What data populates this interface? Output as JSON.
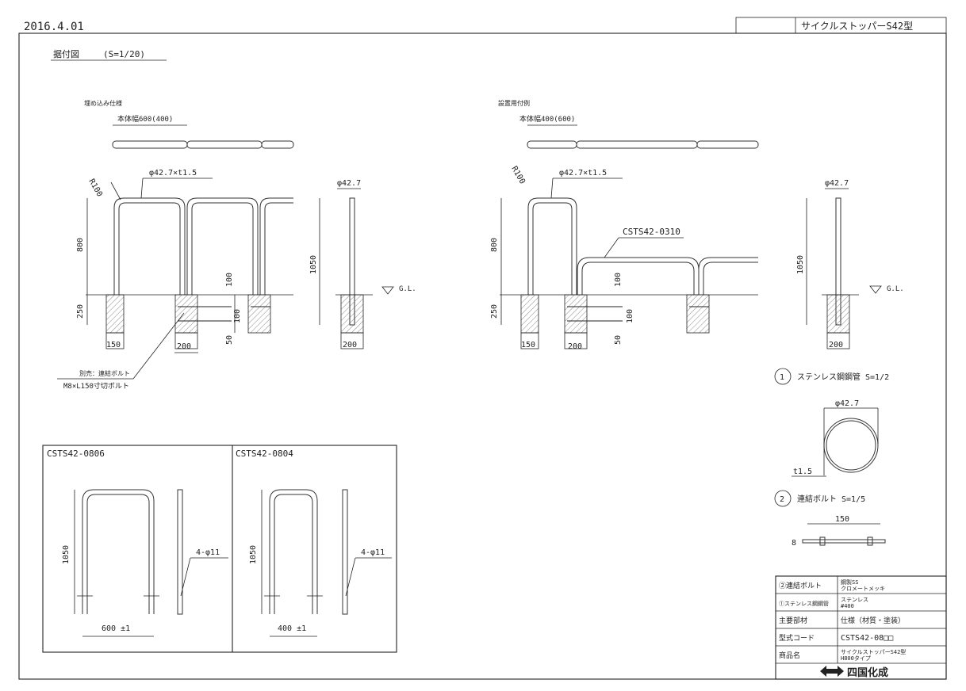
{
  "header": {
    "date": "2016.4.01",
    "title": "サイクルストッパーS42型"
  },
  "section": {
    "title": "据付図",
    "scale": "(S=1/20)"
  },
  "left": {
    "label": "埋め込み仕様",
    "width_label": "本体幅600(400)",
    "radius": "R100",
    "pipe_spec": "φ42.7×t1.5",
    "h800": "800",
    "h250": "250",
    "w150": "150",
    "w200": "200",
    "d100a": "100",
    "d100b": "100",
    "d50": "50",
    "bolt_note_1": "別売：連結ボルト",
    "bolt_note_2": "M8×L150寸切ボルト",
    "side_dia": "φ42.7",
    "side_h": "1050",
    "side_w": "200",
    "gl": "G.L."
  },
  "right": {
    "label": "設置用付例",
    "width_label": "本体幅400(600)",
    "radius": "R100",
    "pipe_spec": "φ42.7×t1.5",
    "code": "CSTS42-0310",
    "h800": "800",
    "h250": "250",
    "w150": "150",
    "w200": "200",
    "d100a": "100",
    "d100b": "100",
    "d50": "50",
    "side_dia": "φ42.7",
    "side_h": "1050",
    "side_w": "200",
    "gl": "G.L."
  },
  "box1": {
    "code": "CSTS42-0806",
    "height": "1050",
    "holes": "4-φ11",
    "width": "600 ±1"
  },
  "box2": {
    "code": "CSTS42-0804",
    "height": "1050",
    "holes": "4-φ11",
    "width": "400 ±1"
  },
  "details": {
    "d1_num": "1",
    "d1_title": "ステンレス鋼鋼管 S=1/2",
    "d1_dia": "φ42.7",
    "d1_t": "t1.5",
    "d2_num": "2",
    "d2_title": "連結ボルト S=1/5",
    "d2_len": "150",
    "d2_dia": "8"
  },
  "table": {
    "rows": [
      {
        "label": "②連結ボルト",
        "value": "鋼製SS\nクロメートメッキ"
      },
      {
        "label": "①ステンレス鋼鋼管",
        "value": "ステンレス\n#400"
      },
      {
        "label": "主要部材",
        "value": "仕様（材質・塗装）"
      },
      {
        "label": "型式コード",
        "value": "CSTS42-08□□"
      },
      {
        "label": "商品名",
        "value": "サイクルストッパーS42型\nH800タイプ"
      }
    ],
    "maker": "四国化成"
  }
}
